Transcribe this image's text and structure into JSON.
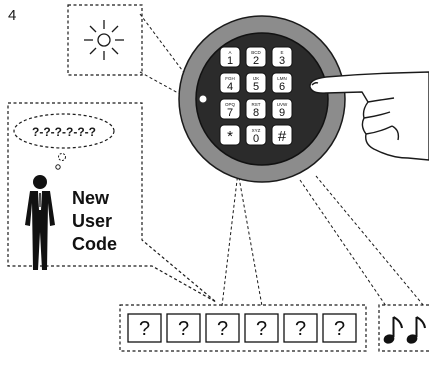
{
  "step_number": "4",
  "thought_bubble": "?-?-?-?-?-?",
  "caption_lines": [
    "New",
    "User",
    "Code"
  ],
  "keypad": {
    "keys": [
      {
        "digit": "1",
        "letters": "A"
      },
      {
        "digit": "2",
        "letters": "BCD"
      },
      {
        "digit": "3",
        "letters": "E"
      },
      {
        "digit": "4",
        "letters": "FGH"
      },
      {
        "digit": "5",
        "letters": "IJK"
      },
      {
        "digit": "6",
        "letters": "LMN"
      },
      {
        "digit": "7",
        "letters": "OPQ"
      },
      {
        "digit": "8",
        "letters": "RST"
      },
      {
        "digit": "9",
        "letters": "UVW"
      },
      {
        "digit": "*",
        "letters": ""
      },
      {
        "digit": "0",
        "letters": "XYZ"
      },
      {
        "digit": "#",
        "letters": ""
      }
    ]
  },
  "code_boxes": [
    "?",
    "?",
    "?",
    "?",
    "?",
    "?"
  ],
  "icons": [
    "led-flash-icon",
    "person-icon",
    "music-notes-icon",
    "pointing-hand-icon"
  ],
  "colors": {
    "ink": "#1a1a1a",
    "bezel": "#8c8c8c",
    "face": "#2b2b2b",
    "key": "#ffffff"
  }
}
